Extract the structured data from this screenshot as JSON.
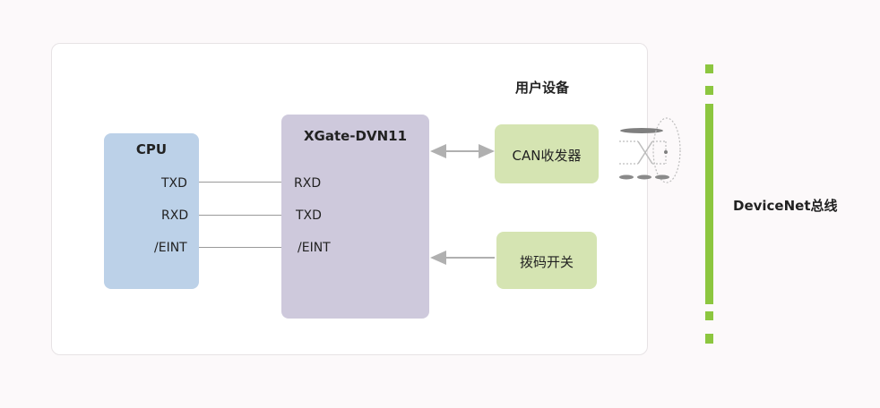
{
  "cpu": {
    "title": "CPU",
    "pins": [
      "TXD",
      "RXD",
      "/EINT"
    ]
  },
  "xgate": {
    "title": "XGate-DVN11",
    "pins": [
      "RXD",
      "TXD",
      "/EINT"
    ]
  },
  "user_device": {
    "title": "用户设备"
  },
  "can_transceiver": {
    "label": "CAN收发器"
  },
  "dip_switch": {
    "label": "拨码开关"
  },
  "bus": {
    "label": "DeviceNet总线",
    "color": "#8cc63f"
  },
  "colors": {
    "cpu": "#bcd1e8",
    "xgate": "#cec9dc",
    "green_box": "#d5e4b2",
    "line": "#9a9a9a"
  }
}
